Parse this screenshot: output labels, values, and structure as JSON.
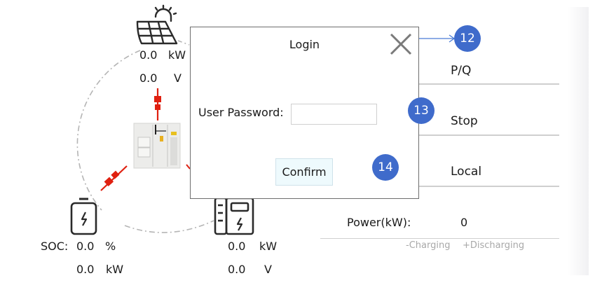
{
  "diagram": {
    "pv": {
      "power_value": "0.0",
      "power_unit": "kW",
      "voltage_value": "0.0",
      "voltage_unit": "V"
    },
    "battery": {
      "soc_label": "SOC:",
      "soc_value": "0.0",
      "soc_unit": "%",
      "power_value": "0.0",
      "power_unit": "kW"
    },
    "meter": {
      "power_value": "0.0",
      "power_unit": "kW",
      "voltage_value": "0.0",
      "voltage_unit": "V"
    },
    "colors": {
      "connector": "#e02010",
      "ring": "#b5b5b5",
      "icon_stroke": "#2a2a2a"
    }
  },
  "right_panel": {
    "items": [
      {
        "label": "P/Q"
      },
      {
        "label": "Stop"
      },
      {
        "label": "Local"
      }
    ],
    "power_label": "Power(kW):",
    "power_value": "0",
    "hint_charging": "-Charging",
    "hint_discharging": "+Discharging"
  },
  "login_dialog": {
    "title": "Login",
    "password_label": "User Password:",
    "password_value": "",
    "confirm_label": "Confirm",
    "close_icon": "close-x-icon"
  },
  "callouts": [
    {
      "number": "12",
      "target": "close-button"
    },
    {
      "number": "13",
      "target": "password-input"
    },
    {
      "number": "14",
      "target": "confirm-button"
    }
  ],
  "callout_color": "#3f6bcb"
}
